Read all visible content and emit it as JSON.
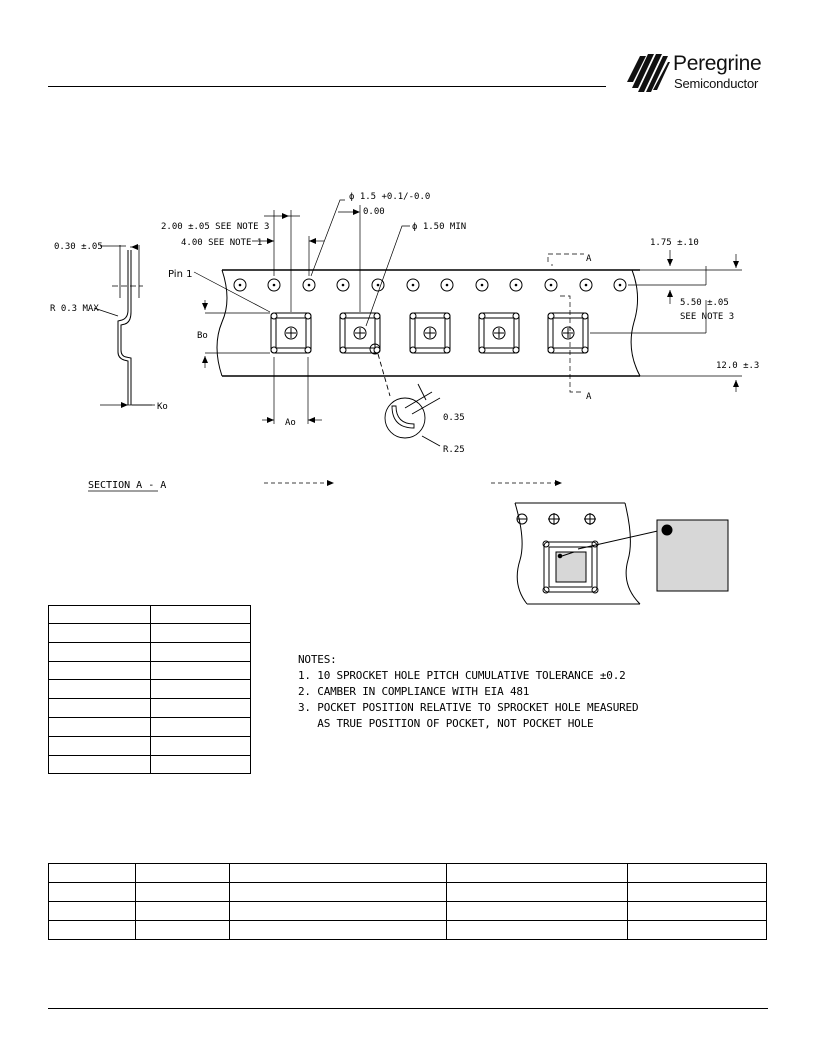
{
  "header": {
    "brand_name": "Peregrine",
    "brand_sub": "Semiconductor"
  },
  "tape_drawing": {
    "dim_thickness": "0.30 ±.05",
    "dim_radius_max": "R 0.3 MAX",
    "dim_pitch_2": "2.00 ±.05 SEE NOTE 3",
    "dim_pitch_4": "4.00 SEE NOTE 1",
    "dim_sprocket_dia": "ϕ 1.5 +0.1/-0.0",
    "dim_zero": "0.00",
    "dim_pocket_hole": "ϕ 1.50 MIN",
    "section_marker": "A",
    "dim_edge": "1.75 ±.10",
    "dim_offset": "5.50 ±.05",
    "dim_offset_note": "SEE NOTE 3",
    "dim_width": "12.0 ±.3",
    "label_pin1": "Pin 1",
    "label_bo": "Bo",
    "label_ao": "Ao",
    "label_ko": "Ko",
    "dim_detail_035": "0.35",
    "dim_detail_r25": "R.25",
    "section_title": "SECTION A - A"
  },
  "notes": {
    "title": "NOTES:",
    "items": [
      "1. 10 SPROCKET HOLE PITCH CUMULATIVE TOLERANCE ±0.2",
      "2. CAMBER IN COMPLIANCE WITH EIA 481",
      "3. POCKET POSITION RELATIVE TO SPROCKET HOLE MEASURED",
      "   AS TRUE POSITION OF POCKET, NOT POCKET HOLE"
    ]
  },
  "dimension_table": {
    "rows": 9,
    "cols": 2
  },
  "order_table": {
    "rows": 4,
    "cols": 5
  }
}
